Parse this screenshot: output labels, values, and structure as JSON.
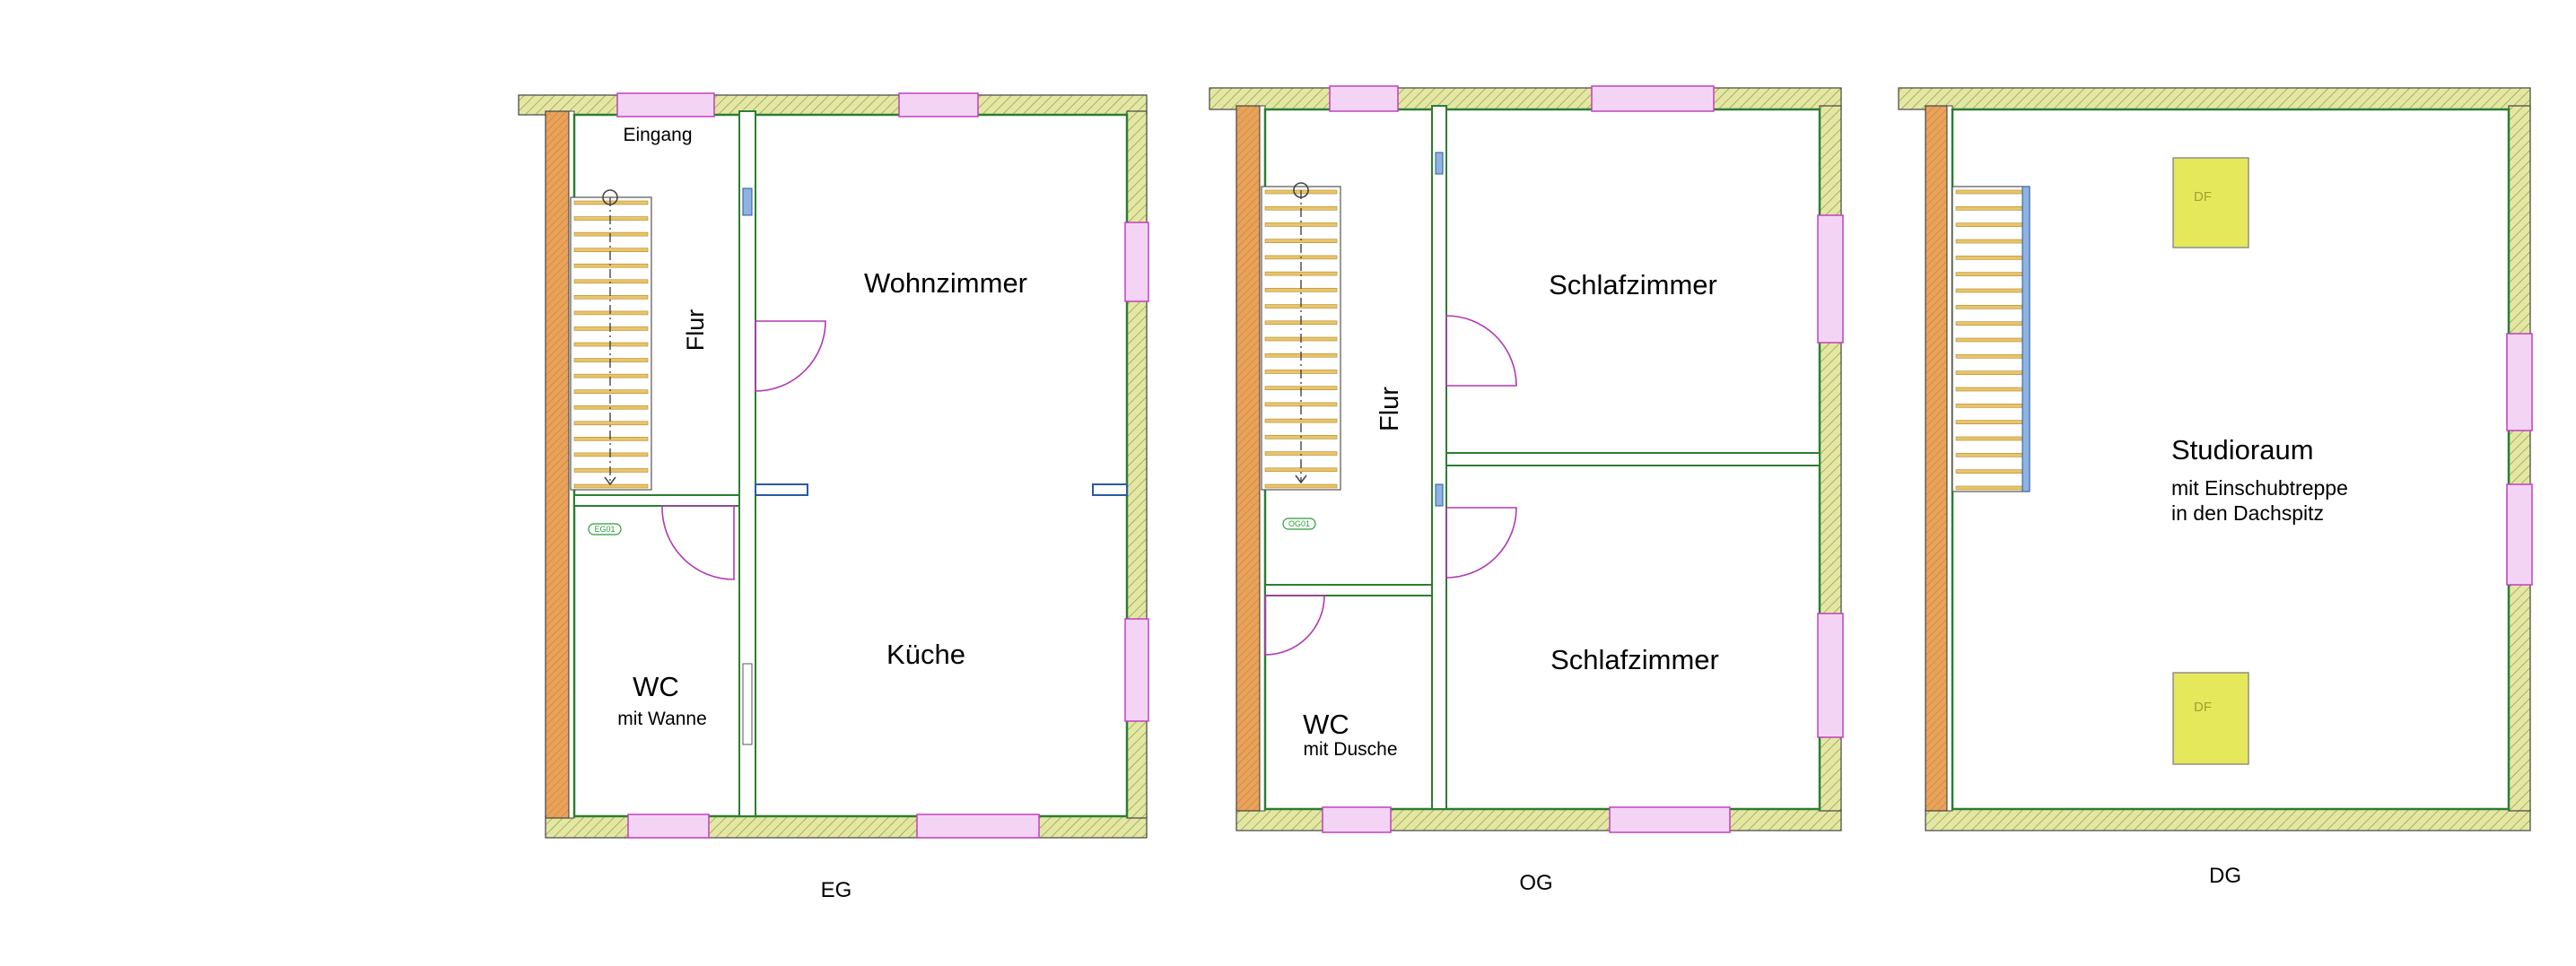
{
  "floors": [
    {
      "code": "EG",
      "rooms": [
        "Eingang",
        "Flur",
        "Wohnzimmer",
        "Küche",
        "WC",
        "mit Wanne"
      ],
      "tag": "EG01"
    },
    {
      "code": "OG",
      "rooms": [
        "Flur",
        "Schlafzimmer",
        "Schlafzimmer",
        "WC",
        "mit Dusche"
      ],
      "tag": "OG01"
    },
    {
      "code": "DG",
      "rooms": [
        "Studioraum",
        "mit Einschubtreppe",
        "in den Dachspitz"
      ],
      "skylights": [
        "DF",
        "DF"
      ]
    }
  ],
  "colors": {
    "wall_fill": "#e4e7a4",
    "wall_hatch": "#8f9a45",
    "insulation": "#e8a25a",
    "outline": "#2e7d32",
    "window": "#c040c0",
    "stair": "#e9c46a",
    "door_swing": "#b03ab0",
    "skylight": "#e6e85c"
  }
}
